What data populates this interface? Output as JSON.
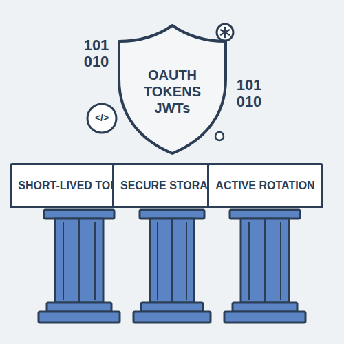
{
  "diagram": {
    "nodes": [
      {
        "text": [
          "OAUTH TOKENS JWTs"
        ]
      },
      {
        "text": [
          "SHORT-LIVED TOKENS"
        ]
      },
      {
        "text": [
          "SECURE STORAGE"
        ]
      },
      {
        "text": [
          "ACTIVE ROTATION"
        ]
      }
    ],
    "labels": [
      "101 010",
      "101 010",
      "</>"
    ]
  }
}
